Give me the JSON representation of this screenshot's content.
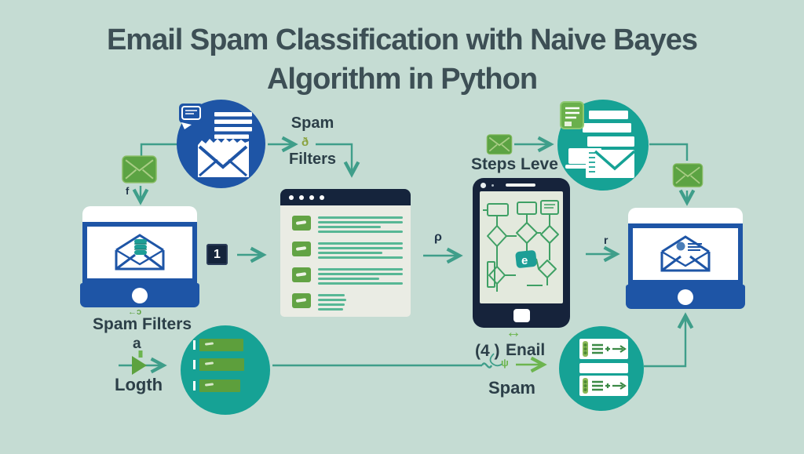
{
  "title": {
    "line1": "Email Spam Classification with Naive Bayes",
    "line2": "Algorithm in Python"
  },
  "labels": {
    "spam": "Spam",
    "filters": "Filters",
    "steps_level": "Steps Leve",
    "spam_filters": "Spam Filters",
    "a": "a",
    "logth": "Logth",
    "step_four": "(4 )",
    "email": "Enail",
    "spam_bottom": "Spam",
    "badge_one": "1"
  },
  "glyphs": {
    "f": "f",
    "squiggle": "ð",
    "rho": "ρ",
    "r": "r",
    "back": "←ɔ",
    "psi": "ψ",
    "double_arrow": "↔",
    "e": "e"
  },
  "colors": {
    "background": "#c5dcd3",
    "title_text": "#3d4f55",
    "label_text": "#2c3f48",
    "blue": "#1e55a6",
    "navy": "#15243c",
    "teal_circle": "#16a295",
    "green_icon": "#5ca343",
    "green_bar": "#5d9f3c",
    "arrow_teal": "#3f9e8a",
    "arrow_green": "#6db54f",
    "panel_body": "#eaece4",
    "panel_line_green": "#57b795",
    "phone_screen": "#e3e9dd",
    "flowchart_stroke": "#3fa065"
  }
}
